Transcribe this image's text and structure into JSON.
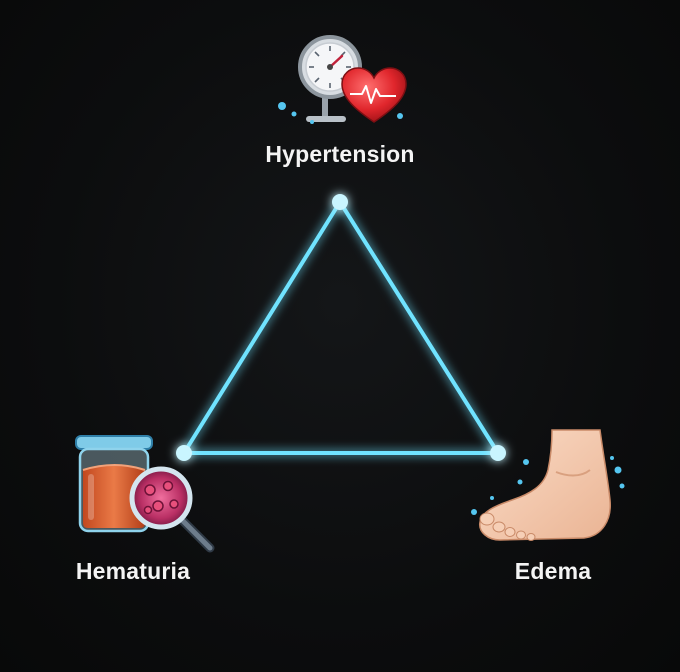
{
  "diagram": {
    "nodes": [
      {
        "id": "top",
        "label": "Hypertension",
        "icon": "blood-pressure-gauge-heart-icon"
      },
      {
        "id": "left",
        "label": "Hematuria",
        "icon": "urine-sample-magnifier-icon"
      },
      {
        "id": "right",
        "label": "Edema",
        "icon": "swollen-foot-icon"
      }
    ],
    "edges": [
      {
        "from": "top",
        "to": "left"
      },
      {
        "from": "left",
        "to": "right"
      },
      {
        "from": "right",
        "to": "top"
      }
    ],
    "accent_color": "#6fe3ff",
    "background_color": "#0c0d0e"
  }
}
